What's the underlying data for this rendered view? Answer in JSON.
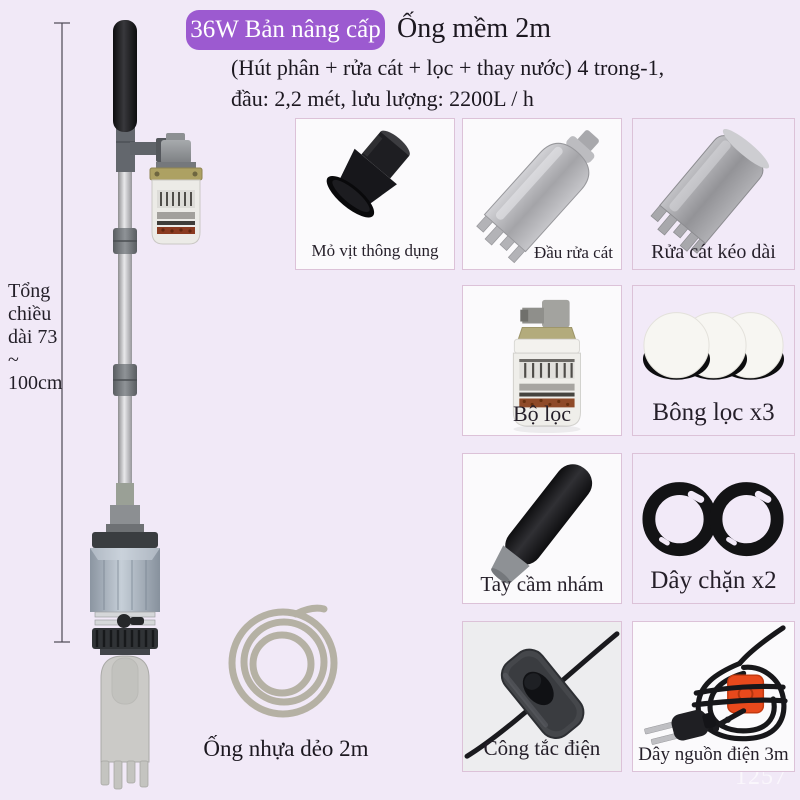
{
  "page": {
    "background_color": "#f1e9f7",
    "watermark": "1257"
  },
  "header": {
    "badge_label": "36W Bản nâng cấp",
    "badge_color": "#9c5ad0",
    "hose_label": "Ống mềm 2m",
    "description_line1": "(Hút phân + rửa cát + lọc + thay nước) 4 trong-1,",
    "description_line2": "đầu: 2,2 mét, lưu lượng: 2200L / h"
  },
  "dimension_note": {
    "lines": [
      "Tổng",
      "chiều",
      "dài 73",
      "~",
      "100cm"
    ]
  },
  "flex_tube": {
    "label": "Ống nhựa dẻo 2m"
  },
  "parts": [
    {
      "label": "Mỏ vịt thông dụng",
      "icon": "duckbill-nozzle-icon"
    },
    {
      "label": "Đầu rửa cát",
      "icon": "sand-wash-head-icon"
    },
    {
      "label": "Rửa cát kéo dài",
      "icon": "sand-wash-extension-icon"
    },
    {
      "label": "Bộ lọc",
      "icon": "filter-assembly-icon"
    },
    {
      "label": "Bông lọc x3",
      "icon": "filter-cotton-discs-icon"
    },
    {
      "label": "Tay cầm nhám",
      "icon": "foam-handle-icon"
    },
    {
      "label": "Dây chặn x2",
      "icon": "strap-rings-icon"
    },
    {
      "label": "Công tắc điện",
      "icon": "inline-power-switch-icon"
    },
    {
      "label": "Dây nguồn điện 3m",
      "icon": "power-cord-plug-icon"
    }
  ]
}
